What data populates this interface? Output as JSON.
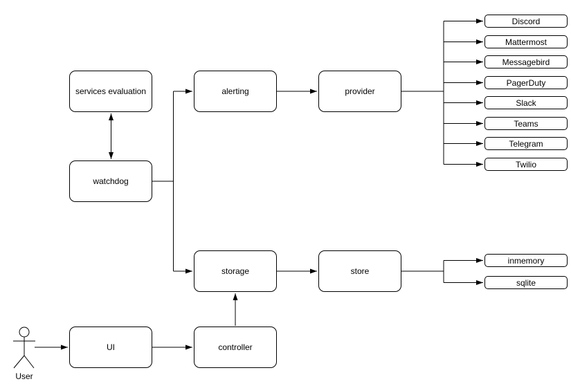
{
  "diagram": {
    "nodes": {
      "services_evaluation": {
        "label": "services evaluation"
      },
      "watchdog": {
        "label": "watchdog"
      },
      "alerting": {
        "label": "alerting"
      },
      "provider": {
        "label": "provider"
      },
      "storage": {
        "label": "storage"
      },
      "store": {
        "label": "store"
      },
      "ui": {
        "label": "UI"
      },
      "controller": {
        "label": "controller"
      }
    },
    "provider_outputs": [
      {
        "label": "Discord"
      },
      {
        "label": "Mattermost"
      },
      {
        "label": "Messagebird"
      },
      {
        "label": "PagerDuty"
      },
      {
        "label": "Slack"
      },
      {
        "label": "Teams"
      },
      {
        "label": "Telegram"
      },
      {
        "label": "Twilio"
      }
    ],
    "store_outputs": [
      {
        "label": "inmemory"
      },
      {
        "label": "sqlite"
      }
    ],
    "actor": {
      "label": "User"
    },
    "colors": {
      "stroke": "#000000",
      "node_fill": "#ffffff",
      "background": "#ffffff"
    }
  }
}
